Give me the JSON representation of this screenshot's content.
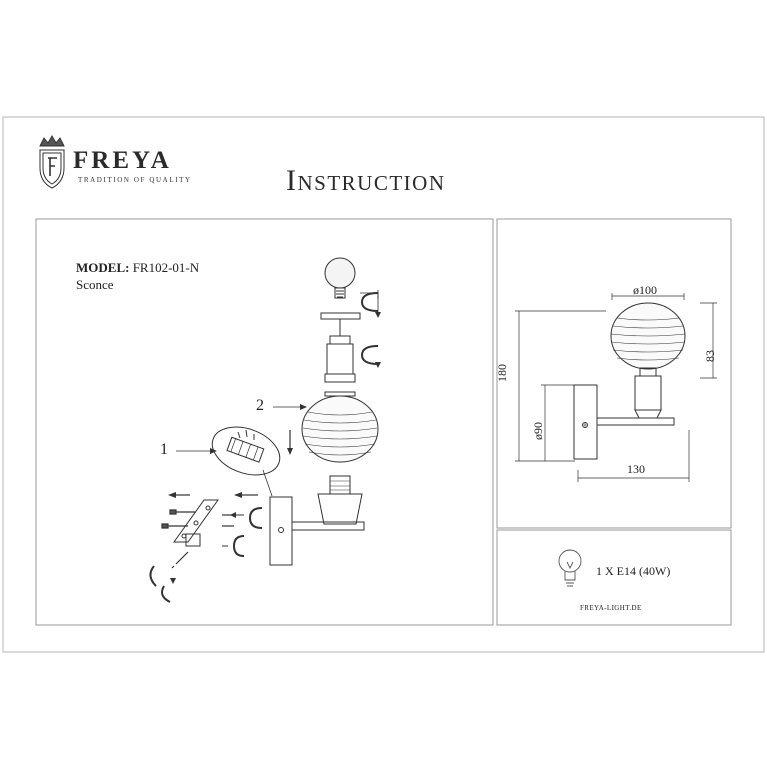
{
  "header": {
    "brand_name": "FREYA",
    "brand_tagline": "TRADITION OF QUALITY",
    "title": "Instruction"
  },
  "product": {
    "model_label": "MODEL:",
    "model_code": "FR102-01-N",
    "type": "Sconce"
  },
  "assembly": {
    "callouts": [
      "1",
      "2"
    ]
  },
  "dimensions": {
    "shade_diameter": "ø100",
    "shade_height": "83",
    "total_height": "180",
    "base_diameter": "ø90",
    "projection": "130"
  },
  "specs": {
    "bulb": "1 X E14 (40W)",
    "website": "FREYA-LIGHT.DE"
  },
  "colors": {
    "line": "#333333",
    "panel_border": "#9a9a9a",
    "background": "#ffffff"
  }
}
